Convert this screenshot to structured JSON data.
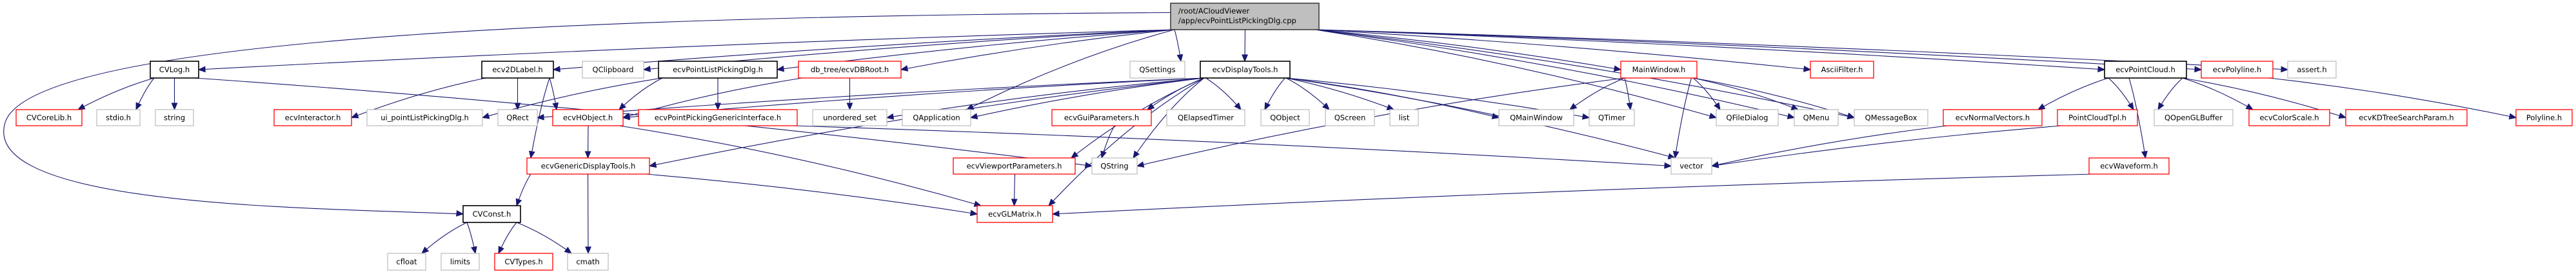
{
  "diagram": {
    "type": "include-dependency-graph",
    "colors": {
      "edge": "#191970",
      "root_fill": "#bfbfbf",
      "root_border": "#404040",
      "documented_border": "#000000",
      "incomplete_border": "#ff0000",
      "external_border": "#bfbfbf"
    },
    "root": {
      "id": "root",
      "label_lines": [
        "/root/ACloudViewer",
        "/app/ecvPointListPickingDlg.cpp"
      ]
    },
    "nodes": [
      {
        "id": "CVLog",
        "label": "CVLog.h",
        "kind": "documented"
      },
      {
        "id": "ecv2DLabel",
        "label": "ecv2DLabel.h",
        "kind": "documented"
      },
      {
        "id": "QClipboard",
        "label": "QClipboard",
        "kind": "external"
      },
      {
        "id": "ecvPointListPickingDlg",
        "label": "ecvPointListPickingDlg.h",
        "kind": "documented"
      },
      {
        "id": "ecvDBRoot",
        "label": "db_tree/ecvDBRoot.h",
        "kind": "incomplete"
      },
      {
        "id": "QSettings",
        "label": "QSettings",
        "kind": "external"
      },
      {
        "id": "ecvDisplayTools",
        "label": "ecvDisplayTools.h",
        "kind": "documented"
      },
      {
        "id": "MainWindow",
        "label": "MainWindow.h",
        "kind": "incomplete"
      },
      {
        "id": "AsciiFilter",
        "label": "AsciiFilter.h",
        "kind": "incomplete"
      },
      {
        "id": "ecvPointCloud",
        "label": "ecvPointCloud.h",
        "kind": "documented"
      },
      {
        "id": "ecvPolyline",
        "label": "ecvPolyline.h",
        "kind": "incomplete"
      },
      {
        "id": "assert",
        "label": "assert.h",
        "kind": "external"
      },
      {
        "id": "CVCoreLib",
        "label": "CVCoreLib.h",
        "kind": "incomplete"
      },
      {
        "id": "stdio",
        "label": "stdio.h",
        "kind": "external"
      },
      {
        "id": "string",
        "label": "string",
        "kind": "external"
      },
      {
        "id": "ecvInteractor",
        "label": "ecvInteractor.h",
        "kind": "incomplete"
      },
      {
        "id": "ui_pointListPickingDlg",
        "label": "ui_pointListPickingDlg.h",
        "kind": "external"
      },
      {
        "id": "QRect",
        "label": "QRect",
        "kind": "external"
      },
      {
        "id": "ecvHObject",
        "label": "ecvHObject.h",
        "kind": "incomplete"
      },
      {
        "id": "ecvPointPickingGenericInterface",
        "label": "ecvPointPickingGenericInterface.h",
        "kind": "incomplete"
      },
      {
        "id": "unordered_set",
        "label": "unordered_set",
        "kind": "external"
      },
      {
        "id": "QApplication",
        "label": "QApplication",
        "kind": "external"
      },
      {
        "id": "ecvGuiParameters",
        "label": "ecvGuiParameters.h",
        "kind": "incomplete"
      },
      {
        "id": "QElapsedTimer",
        "label": "QElapsedTimer",
        "kind": "external"
      },
      {
        "id": "QObject",
        "label": "QObject",
        "kind": "external"
      },
      {
        "id": "QScreen",
        "label": "QScreen",
        "kind": "external"
      },
      {
        "id": "list",
        "label": "list",
        "kind": "external"
      },
      {
        "id": "QMainWindow",
        "label": "QMainWindow",
        "kind": "external"
      },
      {
        "id": "QTimer",
        "label": "QTimer",
        "kind": "external"
      },
      {
        "id": "QFileDialog",
        "label": "QFileDialog",
        "kind": "external"
      },
      {
        "id": "QMenu",
        "label": "QMenu",
        "kind": "external"
      },
      {
        "id": "QMessageBox",
        "label": "QMessageBox",
        "kind": "external"
      },
      {
        "id": "ecvNormalVectors",
        "label": "ecvNormalVectors.h",
        "kind": "incomplete"
      },
      {
        "id": "PointCloudTpl",
        "label": "PointCloudTpl.h",
        "kind": "incomplete"
      },
      {
        "id": "QOpenGLBuffer",
        "label": "QOpenGLBuffer",
        "kind": "external"
      },
      {
        "id": "ecvColorScale",
        "label": "ecvColorScale.h",
        "kind": "incomplete"
      },
      {
        "id": "ecvKDTreeSearchParam",
        "label": "ecvKDTreeSearchParam.h",
        "kind": "incomplete"
      },
      {
        "id": "Polyline",
        "label": "Polyline.h",
        "kind": "incomplete"
      },
      {
        "id": "ecvGenericDisplayTools",
        "label": "ecvGenericDisplayTools.h",
        "kind": "incomplete"
      },
      {
        "id": "ecvViewportParameters",
        "label": "ecvViewportParameters.h",
        "kind": "incomplete"
      },
      {
        "id": "QString",
        "label": "QString",
        "kind": "external"
      },
      {
        "id": "vector",
        "label": "vector",
        "kind": "external"
      },
      {
        "id": "ecvWaveform",
        "label": "ecvWaveform.h",
        "kind": "incomplete"
      },
      {
        "id": "CVConst",
        "label": "CVConst.h",
        "kind": "documented"
      },
      {
        "id": "ecvGLMatrix",
        "label": "ecvGLMatrix.h",
        "kind": "incomplete"
      },
      {
        "id": "cfloat",
        "label": "cfloat",
        "kind": "external"
      },
      {
        "id": "limits",
        "label": "limits",
        "kind": "external"
      },
      {
        "id": "CVTypes",
        "label": "CVTypes.h",
        "kind": "incomplete"
      },
      {
        "id": "cmath",
        "label": "cmath",
        "kind": "external"
      }
    ],
    "edges": [
      [
        "root",
        "CVLog"
      ],
      [
        "root",
        "CVConst"
      ],
      [
        "root",
        "ecv2DLabel"
      ],
      [
        "root",
        "QClipboard"
      ],
      [
        "root",
        "ecvPointListPickingDlg"
      ],
      [
        "root",
        "ecvDBRoot"
      ],
      [
        "root",
        "QSettings"
      ],
      [
        "root",
        "ecvDisplayTools"
      ],
      [
        "root",
        "MainWindow"
      ],
      [
        "root",
        "AsciiFilter"
      ],
      [
        "root",
        "ecvPointCloud"
      ],
      [
        "root",
        "ecvPolyline"
      ],
      [
        "root",
        "assert"
      ],
      [
        "root",
        "QApplication"
      ],
      [
        "root",
        "QFileDialog"
      ],
      [
        "root",
        "QMenu"
      ],
      [
        "root",
        "QMessageBox"
      ],
      [
        "CVLog",
        "CVCoreLib"
      ],
      [
        "CVLog",
        "stdio"
      ],
      [
        "CVLog",
        "string"
      ],
      [
        "CVLog",
        "QString"
      ],
      [
        "ecv2DLabel",
        "ecvInteractor"
      ],
      [
        "ecv2DLabel",
        "QRect"
      ],
      [
        "ecv2DLabel",
        "ecvHObject"
      ],
      [
        "ecv2DLabel",
        "ecvGenericDisplayTools"
      ],
      [
        "ecvPointListPickingDlg",
        "ui_pointListPickingDlg"
      ],
      [
        "ecvPointListPickingDlg",
        "ecvHObject"
      ],
      [
        "ecvPointListPickingDlg",
        "ecvPointPickingGenericInterface"
      ],
      [
        "ecvDBRoot",
        "unordered_set"
      ],
      [
        "ecvDBRoot",
        "ecvHObject"
      ],
      [
        "ecvDisplayTools",
        "ecvGuiParameters"
      ],
      [
        "ecvDisplayTools",
        "QElapsedTimer"
      ],
      [
        "ecvDisplayTools",
        "QObject"
      ],
      [
        "ecvDisplayTools",
        "QScreen"
      ],
      [
        "ecvDisplayTools",
        "list"
      ],
      [
        "ecvDisplayTools",
        "QMainWindow"
      ],
      [
        "ecvDisplayTools",
        "QTimer"
      ],
      [
        "ecvDisplayTools",
        "QRect"
      ],
      [
        "ecvDisplayTools",
        "ecvHObject"
      ],
      [
        "ecvDisplayTools",
        "unordered_set"
      ],
      [
        "ecvDisplayTools",
        "QApplication"
      ],
      [
        "ecvDisplayTools",
        "ecvGenericDisplayTools"
      ],
      [
        "ecvDisplayTools",
        "ecvViewportParameters"
      ],
      [
        "ecvDisplayTools",
        "ecvGLMatrix"
      ],
      [
        "ecvDisplayTools",
        "QString"
      ],
      [
        "ecvDisplayTools",
        "vector"
      ],
      [
        "MainWindow",
        "QMainWindow"
      ],
      [
        "MainWindow",
        "QTimer"
      ],
      [
        "MainWindow",
        "QFileDialog"
      ],
      [
        "MainWindow",
        "QMenu"
      ],
      [
        "MainWindow",
        "QMessageBox"
      ],
      [
        "MainWindow",
        "vector"
      ],
      [
        "MainWindow",
        "QString"
      ],
      [
        "ecvPointCloud",
        "ecvNormalVectors"
      ],
      [
        "ecvPointCloud",
        "PointCloudTpl"
      ],
      [
        "ecvPointCloud",
        "QOpenGLBuffer"
      ],
      [
        "ecvPointCloud",
        "ecvColorScale"
      ],
      [
        "ecvPointCloud",
        "ecvKDTreeSearchParam"
      ],
      [
        "ecvPointCloud",
        "ecvWaveform"
      ],
      [
        "ecvPolyline",
        "Polyline"
      ],
      [
        "ecvNormalVectors",
        "vector"
      ],
      [
        "PointCloudTpl",
        "vector"
      ],
      [
        "ecvWaveform",
        "ecvGLMatrix"
      ],
      [
        "ecvGuiParameters",
        "QString"
      ],
      [
        "ecvViewportParameters",
        "ecvGLMatrix"
      ],
      [
        "ecvHObject",
        "ecvGenericDisplayTools"
      ],
      [
        "ecvHObject",
        "ecvGLMatrix"
      ],
      [
        "ecvPointPickingGenericInterface",
        "vector"
      ],
      [
        "ecvGenericDisplayTools",
        "CVConst"
      ],
      [
        "ecvGenericDisplayTools",
        "cmath"
      ],
      [
        "ecvGenericDisplayTools",
        "ecvGLMatrix"
      ],
      [
        "CVConst",
        "cfloat"
      ],
      [
        "CVConst",
        "limits"
      ],
      [
        "CVConst",
        "CVTypes"
      ],
      [
        "CVConst",
        "cmath"
      ]
    ]
  }
}
